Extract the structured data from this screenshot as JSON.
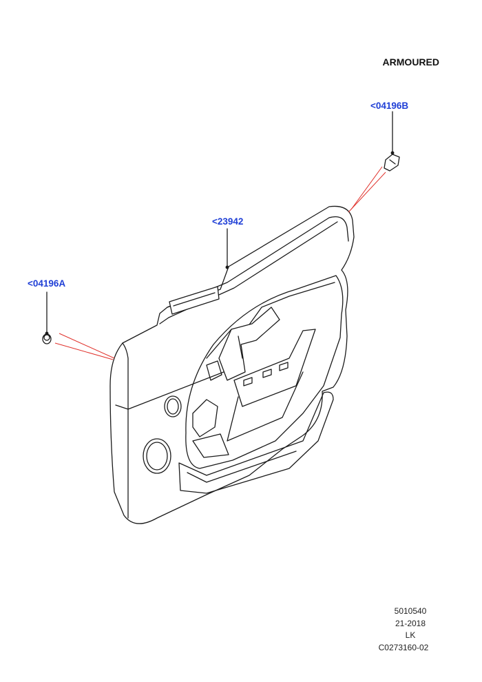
{
  "variant_label": "ARMOURED",
  "callouts": [
    {
      "id": "a",
      "label": "<04196A"
    },
    {
      "id": "b",
      "label": "<04196B"
    },
    {
      "id": "c",
      "label": "<23942"
    }
  ],
  "footer": {
    "line1": "5010540",
    "line2": "21-2018",
    "line3": "LK",
    "line4": "C0273160-02"
  },
  "colors": {
    "callout": "#1f3fd6",
    "leader_red": "#e0302a",
    "outline": "#1a1a1a"
  }
}
